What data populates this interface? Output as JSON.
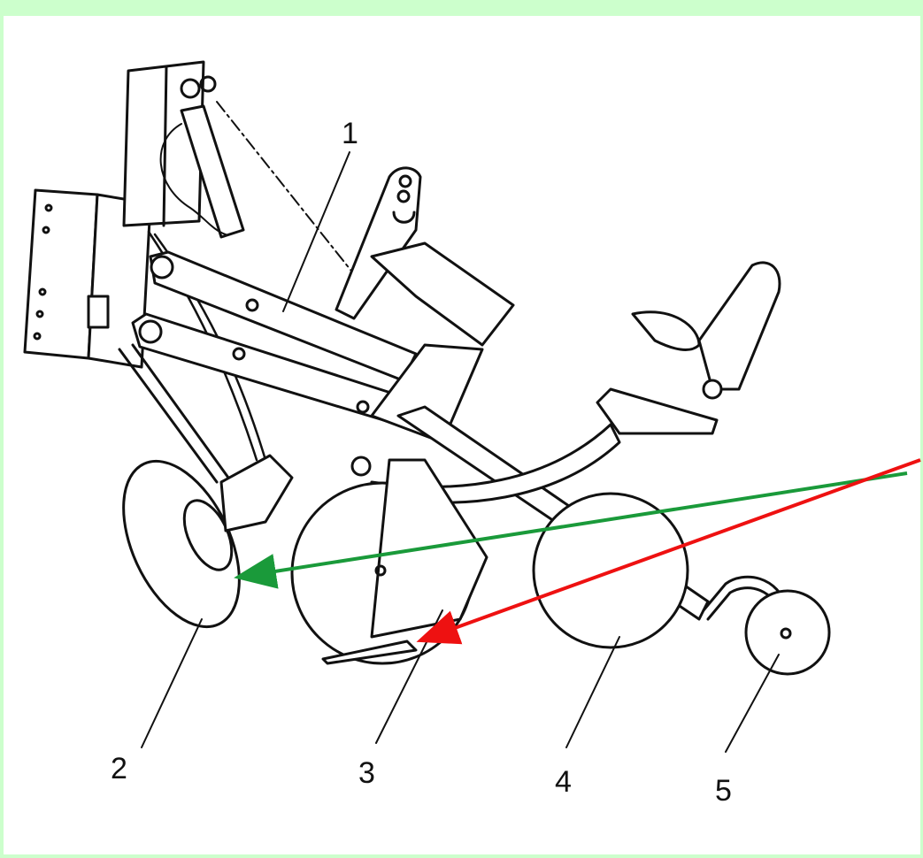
{
  "figure": {
    "background": "#ccffcc",
    "panel_color": "#ffffff",
    "line_color": "#111111",
    "arrow_colors": {
      "green": "#1a9a3a",
      "red": "#ee1111"
    },
    "callouts": [
      {
        "id": "1",
        "text": "1"
      },
      {
        "id": "2",
        "text": "2"
      },
      {
        "id": "3",
        "text": "3"
      },
      {
        "id": "4",
        "text": "4"
      },
      {
        "id": "5",
        "text": "5"
      }
    ]
  }
}
